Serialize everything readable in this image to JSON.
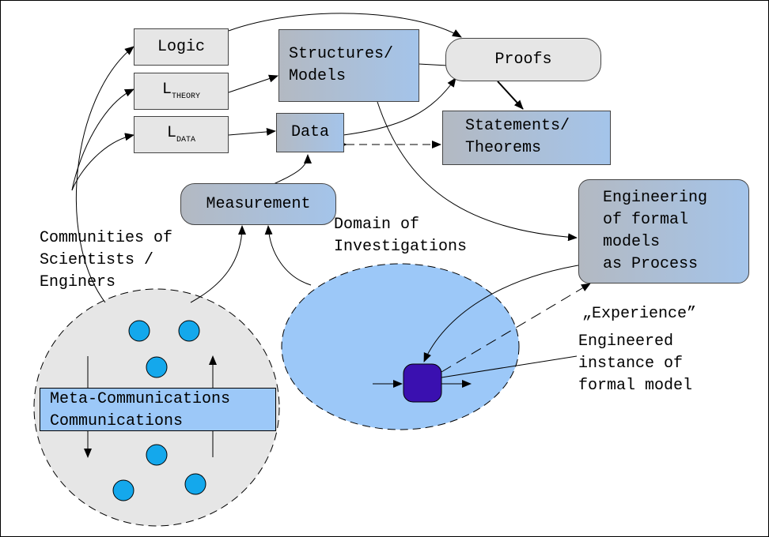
{
  "nodes": {
    "logic": "Logic",
    "l_theory_main": "L",
    "l_theory_sub": "THEORY",
    "l_data_main": "L",
    "l_data_sub": "DATA",
    "structures_line1": "Structures/",
    "structures_line2": "Models",
    "proofs": "Proofs",
    "data": "Data",
    "statements_line1": "Statements/",
    "statements_line2": "Theorems",
    "measurement": "Measurement",
    "engineering_line1": "Engineering",
    "engineering_line2": "of formal",
    "engineering_line3": "models",
    "engineering_line4": "as Process"
  },
  "labels": {
    "communities_line1": "Communities of",
    "communities_line2": "Scientists /",
    "communities_line3": "Enginers",
    "domain_line1": "Domain of",
    "domain_line2": "Investigations",
    "experience": "„Experience”",
    "instance_line1": "Engineered",
    "instance_line2": "instance of",
    "instance_line3": "formal model",
    "meta_line1": "Meta-Communications",
    "meta_line2": "Communications"
  },
  "colors": {
    "light_gray": "#e6e6e6",
    "light_blue": "#9cc8f8",
    "bright_blue": "#14a8ec",
    "dark_purple": "#3a10b0"
  }
}
